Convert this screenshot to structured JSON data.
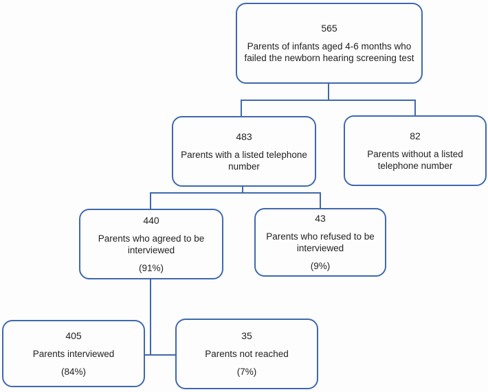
{
  "colors": {
    "border": "#3e68ad",
    "background": "#fdfdfd",
    "text": "#1f1f1f"
  },
  "nodes": {
    "total": {
      "count": "565",
      "label": "Parents of infants aged 4-6 months who failed the newborn hearing screening test"
    },
    "listed": {
      "count": "483",
      "label": "Parents with a listed telephone number"
    },
    "unlisted": {
      "count": "82",
      "label": "Parents without a listed telephone number"
    },
    "agreed": {
      "count": "440",
      "label": "Parents who agreed to be interviewed",
      "percent": "(91%)"
    },
    "refused": {
      "count": "43",
      "label": "Parents who refused to be interviewed",
      "percent": "(9%)"
    },
    "interviewed": {
      "count": "405",
      "label": "Parents interviewed",
      "percent": "(84%)"
    },
    "not_reached": {
      "count": "35",
      "label": "Parents not reached",
      "percent": "(7%)"
    }
  }
}
